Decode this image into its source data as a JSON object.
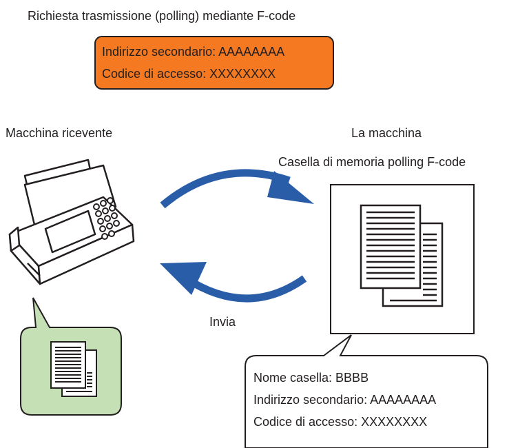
{
  "request": {
    "title": "Richiesta trasmissione (polling) mediante F-code",
    "subaddress_line": "Indirizzo secondario: AAAAAAAA",
    "passcode_line": "Codice di accesso: XXXXXXXX"
  },
  "receiver": {
    "label": "Macchina ricevente"
  },
  "machine": {
    "label": "La macchina",
    "box_label": "Casella di memoria polling F-code"
  },
  "send_label": "Invia",
  "info": {
    "box_name_line": "Nome casella: BBBB",
    "subaddress_line": "Indirizzo secondario: AAAAAAAA",
    "passcode_line": "Codice di accesso: XXXXXXXX"
  },
  "colors": {
    "request_fill": "#f47920",
    "arrow": "#2a5da8",
    "received_fill": "#c4e0b4",
    "outline": "#231f20"
  }
}
